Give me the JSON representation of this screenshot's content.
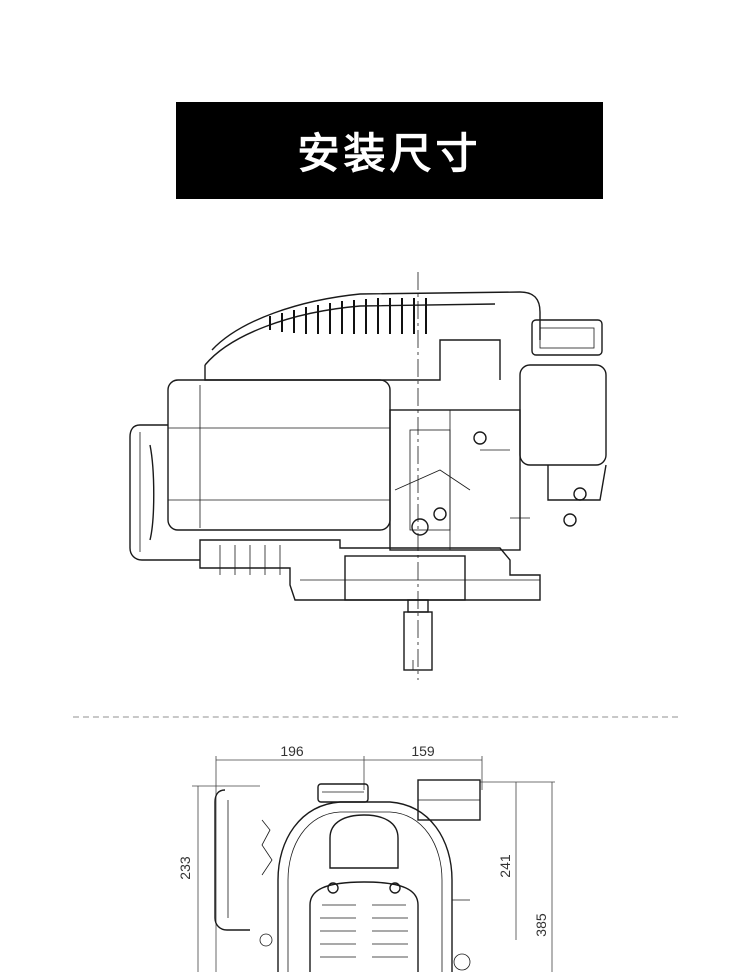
{
  "header": {
    "title": "安装尺寸"
  },
  "dimensions": {
    "width_left": "196",
    "width_right": "159",
    "height_left": "233",
    "height_right": "241",
    "height_total": "385"
  },
  "colors": {
    "title_background": "#000000",
    "title_text": "#ffffff",
    "line": "#1a1a1a",
    "divider": "#c8c8c8"
  }
}
